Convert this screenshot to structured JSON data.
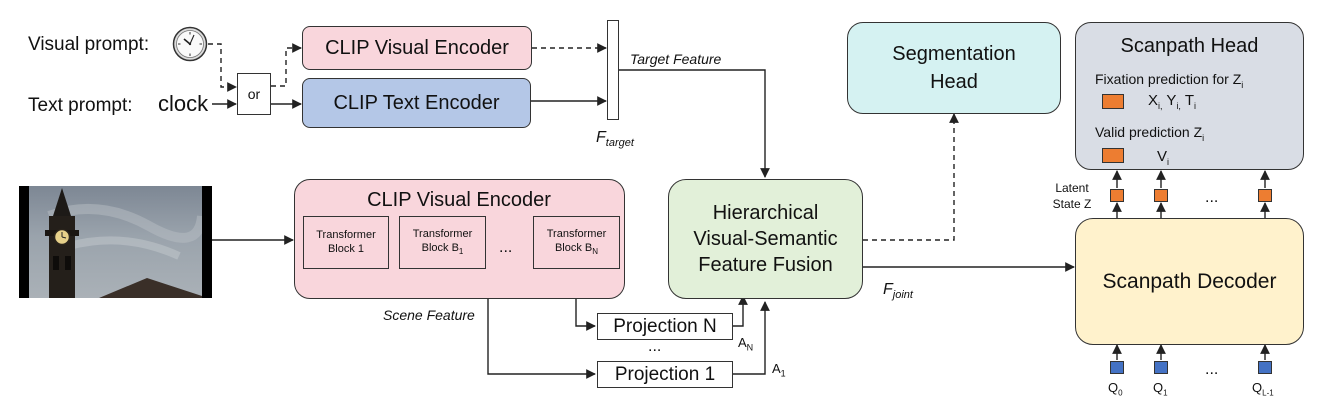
{
  "prompts": {
    "visual_label": "Visual prompt:",
    "text_label": "Text prompt:",
    "text_value": "clock",
    "or_label": "or"
  },
  "encoders": {
    "clip_visual_top": "CLIP Visual Encoder",
    "clip_text": "CLIP Text Encoder",
    "clip_visual_scene": "CLIP Visual Encoder"
  },
  "target": {
    "feature_label": "Target Feature",
    "f_target_base": "F",
    "f_target_sub": "target"
  },
  "transformer_blocks": [
    {
      "line1": "Transformer",
      "line2": "Block 1",
      "sub": ""
    },
    {
      "line1": "Transformer",
      "line2": "Block B",
      "sub": "1"
    },
    {
      "line1": "Transformer",
      "line2": "Block B",
      "sub": "N"
    }
  ],
  "between_blocks": "...",
  "scene_feature_label": "Scene Feature",
  "projections": {
    "n_label": "Projection N",
    "one_label": "Projection 1",
    "ellipsis": "...",
    "a_n_base": "A",
    "a_n_sub": "N",
    "a_1_base": "A",
    "a_1_sub": "1"
  },
  "fusion": {
    "line1": "Hierarchical",
    "line2": "Visual-Semantic",
    "line3": "Feature Fusion"
  },
  "f_joint": {
    "base": "F",
    "sub": "joint"
  },
  "segmentation": {
    "line1": "Segmentation",
    "line2": "Head"
  },
  "scanpath_head": {
    "title": "Scanpath Head",
    "fixation_text": "Fixation prediction for Z",
    "fixation_sub": "i",
    "xyt": {
      "x": "X",
      "x_sub": "i,",
      "y": "Y",
      "y_sub": "i,",
      "t": "T",
      "t_sub": "i"
    },
    "valid_text": "Valid prediction Z",
    "valid_sub": "i",
    "v": "V",
    "v_sub": "i"
  },
  "latent": {
    "line1": "Latent",
    "line2": "State Z",
    "ellipsis": "..."
  },
  "decoder": {
    "label": "Scanpath Decoder"
  },
  "queries": {
    "ellipsis": "...",
    "q0": "Q",
    "q0_sub": "0",
    "q1": "Q",
    "q1_sub": "1",
    "ql": "Q",
    "ql_sub": "L-1"
  },
  "colors": {
    "pink": "#f9d6dc",
    "blue": "#b4c7e7",
    "green": "#e2f0d9",
    "cyan": "#d5f2f2",
    "gray": "#d9dde5",
    "yellow": "#fff2cc",
    "orange": "#ed7d31",
    "query_blue": "#4472c4"
  }
}
